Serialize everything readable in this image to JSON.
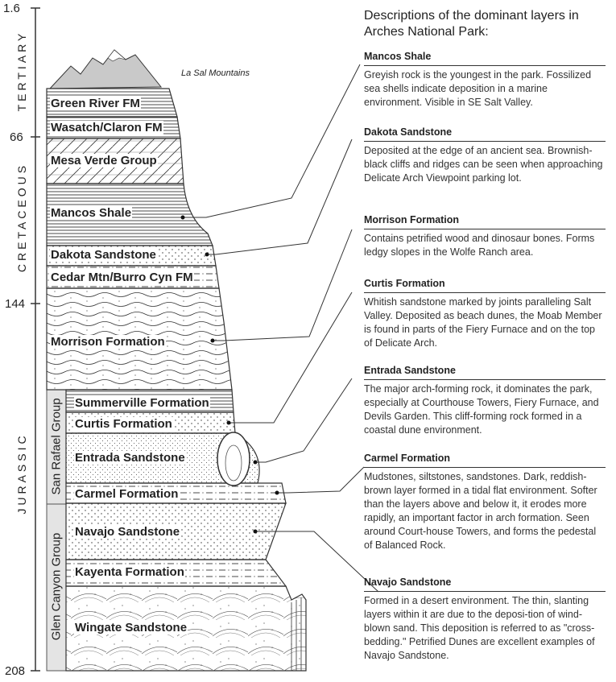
{
  "title": "Descriptions of the dominant layers in Arches National Park:",
  "ages": [
    "1.6",
    "66",
    "144",
    "208"
  ],
  "periods": [
    "TERTIARY",
    "CRETACEOUS",
    "JURASSIC"
  ],
  "groups": [
    "San Rafael Group",
    "Glen Canyon Group"
  ],
  "mountain_label": "La Sal Mountains",
  "layers": [
    "Green River FM",
    "Wasatch/Claron FM",
    "Mesa Verde Group",
    "Mancos Shale",
    "Dakota Sandstone",
    "Cedar Mtn/Burro Cyn FM",
    "Morrison Formation",
    "Summerville Formation",
    "Curtis Formation",
    "Entrada Sandstone",
    "Carmel Formation",
    "Navajo Sandstone",
    "Kayenta Formation",
    "Wingate Sandstone"
  ],
  "descriptions": [
    {
      "name": "Mancos Shale",
      "text": "Greyish rock is the youngest in the park. Fossilized sea shells indicate deposition in a marine environment. Visible in SE Salt Valley."
    },
    {
      "name": "Dakota Sandstone",
      "text": "Deposited at the edge of an ancient sea. Brownish-black cliffs and ridges can be seen when approaching Delicate Arch Viewpoint parking lot."
    },
    {
      "name": "Morrison Formation",
      "text": "Contains petrified wood and dinosaur bones. Forms ledgy slopes in the Wolfe Ranch area."
    },
    {
      "name": "Curtis Formation",
      "text": "Whitish sandstone marked by joints paralleling Salt Valley. Deposited as beach dunes, the Moab Member is found in parts of the Fiery Furnace and on the top of Delicate Arch."
    },
    {
      "name": "Entrada Sandstone",
      "text": "The major arch-forming rock, it dominates the park, especially at Courthouse Towers, Fiery Furnace, and Devils Garden. This cliff-forming rock formed in a coastal dune environment."
    },
    {
      "name": "Carmel Formation",
      "text": "Mudstones, siltstones, sandstones.  Dark, reddish-brown layer formed in a tidal flat environment. Softer than the layers above and below it, it erodes more rapidly, an important factor in arch formation. Seen around Court-house Towers, and forms the pedestal of Balanced Rock."
    },
    {
      "name": "Navajo Sandstone",
      "text": "Formed in a desert environment. The thin, slanting layers within it are due to the deposi-tion of wind-blown sand. This deposition is referred to as \"cross-bedding.\" Petrified Dunes are excellent examples of Navajo Sandstone."
    }
  ]
}
